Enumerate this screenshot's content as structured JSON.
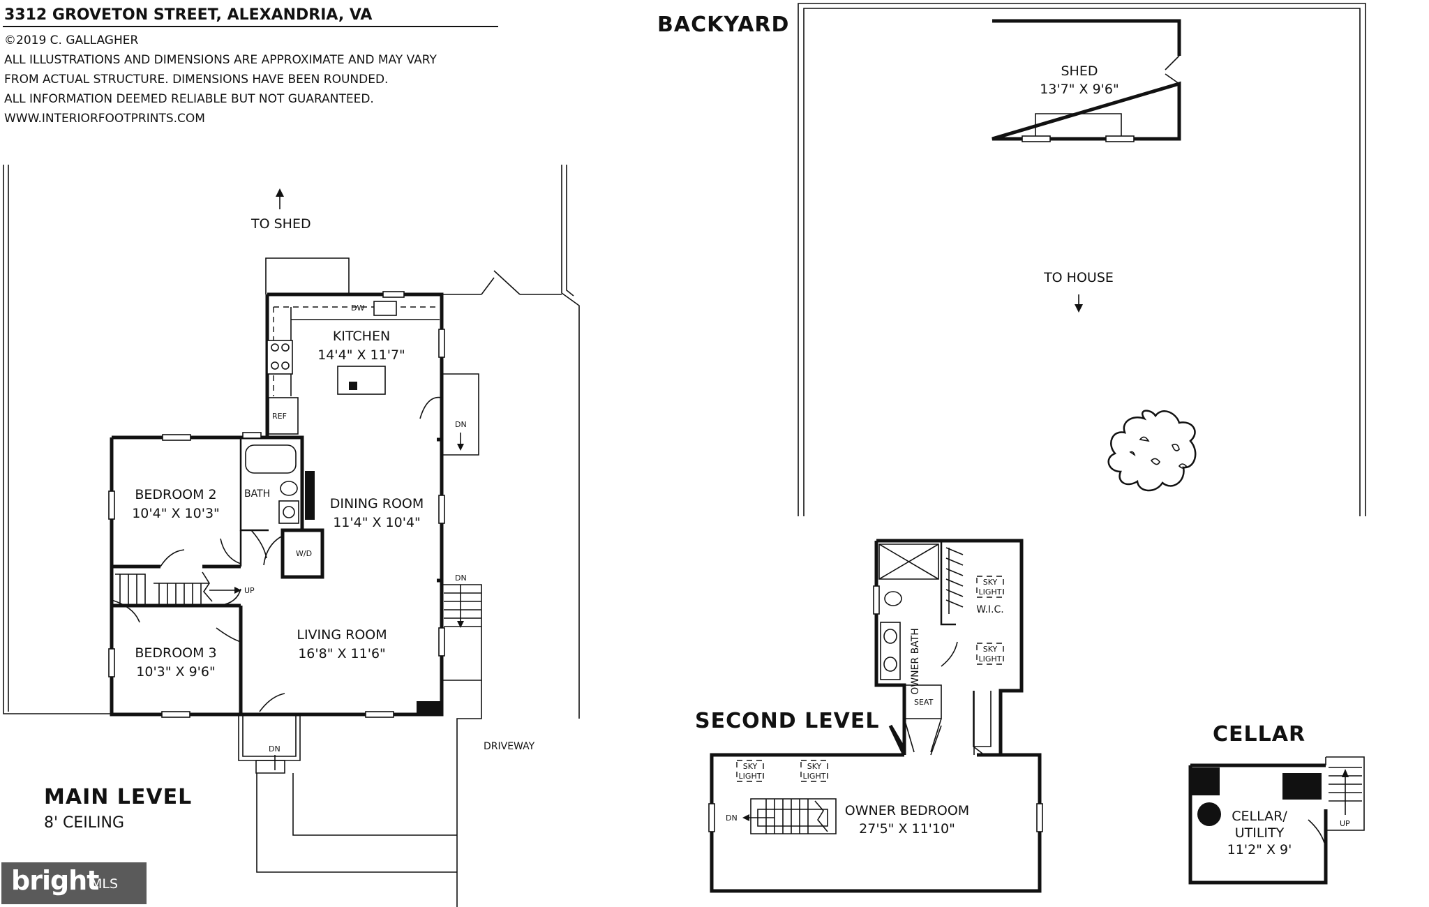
{
  "header": {
    "address": "3312 GROVETON STREET, ALEXANDRIA, VA",
    "copyright": "©2019 C. GALLAGHER",
    "disclaimer_1": "ALL ILLUSTRATIONS AND DIMENSIONS ARE APPROXIMATE AND MAY VARY",
    "disclaimer_2": "FROM ACTUAL STRUCTURE. DIMENSIONS HAVE BEEN ROUNDED.",
    "disclaimer_3": "ALL INFORMATION DEEMED RELIABLE BUT NOT GUARANTEED.",
    "website": "WWW.INTERIORFOOTPRINTS.COM"
  },
  "main_level": {
    "title": "MAIN LEVEL",
    "ceiling": "8' CEILING",
    "to_shed": "TO SHED",
    "driveway": "DRIVEWAY",
    "rooms": {
      "kitchen": {
        "name": "KITCHEN",
        "dims": "14'4\" X 11'7\""
      },
      "dining": {
        "name": "DINING ROOM",
        "dims": "11'4\" X 10'4\""
      },
      "living": {
        "name": "LIVING ROOM",
        "dims": "16'8\" X 11'6\""
      },
      "bedroom2": {
        "name": "BEDROOM 2",
        "dims": "10'4\" X 10'3\""
      },
      "bedroom3": {
        "name": "BEDROOM 3",
        "dims": "10'3\" X 9'6\""
      },
      "bath": {
        "name": "BATH"
      }
    },
    "labels": {
      "dw": "DW",
      "ref": "REF",
      "wd": "W/D",
      "dn": "DN",
      "up": "UP"
    }
  },
  "backyard": {
    "title": "BACKYARD",
    "to_house": "TO HOUSE",
    "shed": {
      "name": "SHED",
      "dims": "13'7\" X 9'6\""
    }
  },
  "second_level": {
    "title": "SECOND LEVEL",
    "owner_bedroom": {
      "name": "OWNER BEDROOM",
      "dims": "27'5\" X 11'10\""
    },
    "owner_bath": "OWNER BATH",
    "wic": "W.I.C.",
    "seat": "SEAT",
    "sky": "SKY",
    "light": "LIGHT",
    "dn": "DN"
  },
  "cellar": {
    "title": "CELLAR",
    "room_line1": "CELLAR/",
    "room_line2": "UTILITY",
    "dims": "11'2\" X 9'",
    "up": "UP"
  },
  "watermark": {
    "brand": "bright",
    "suffix": "MLS"
  }
}
